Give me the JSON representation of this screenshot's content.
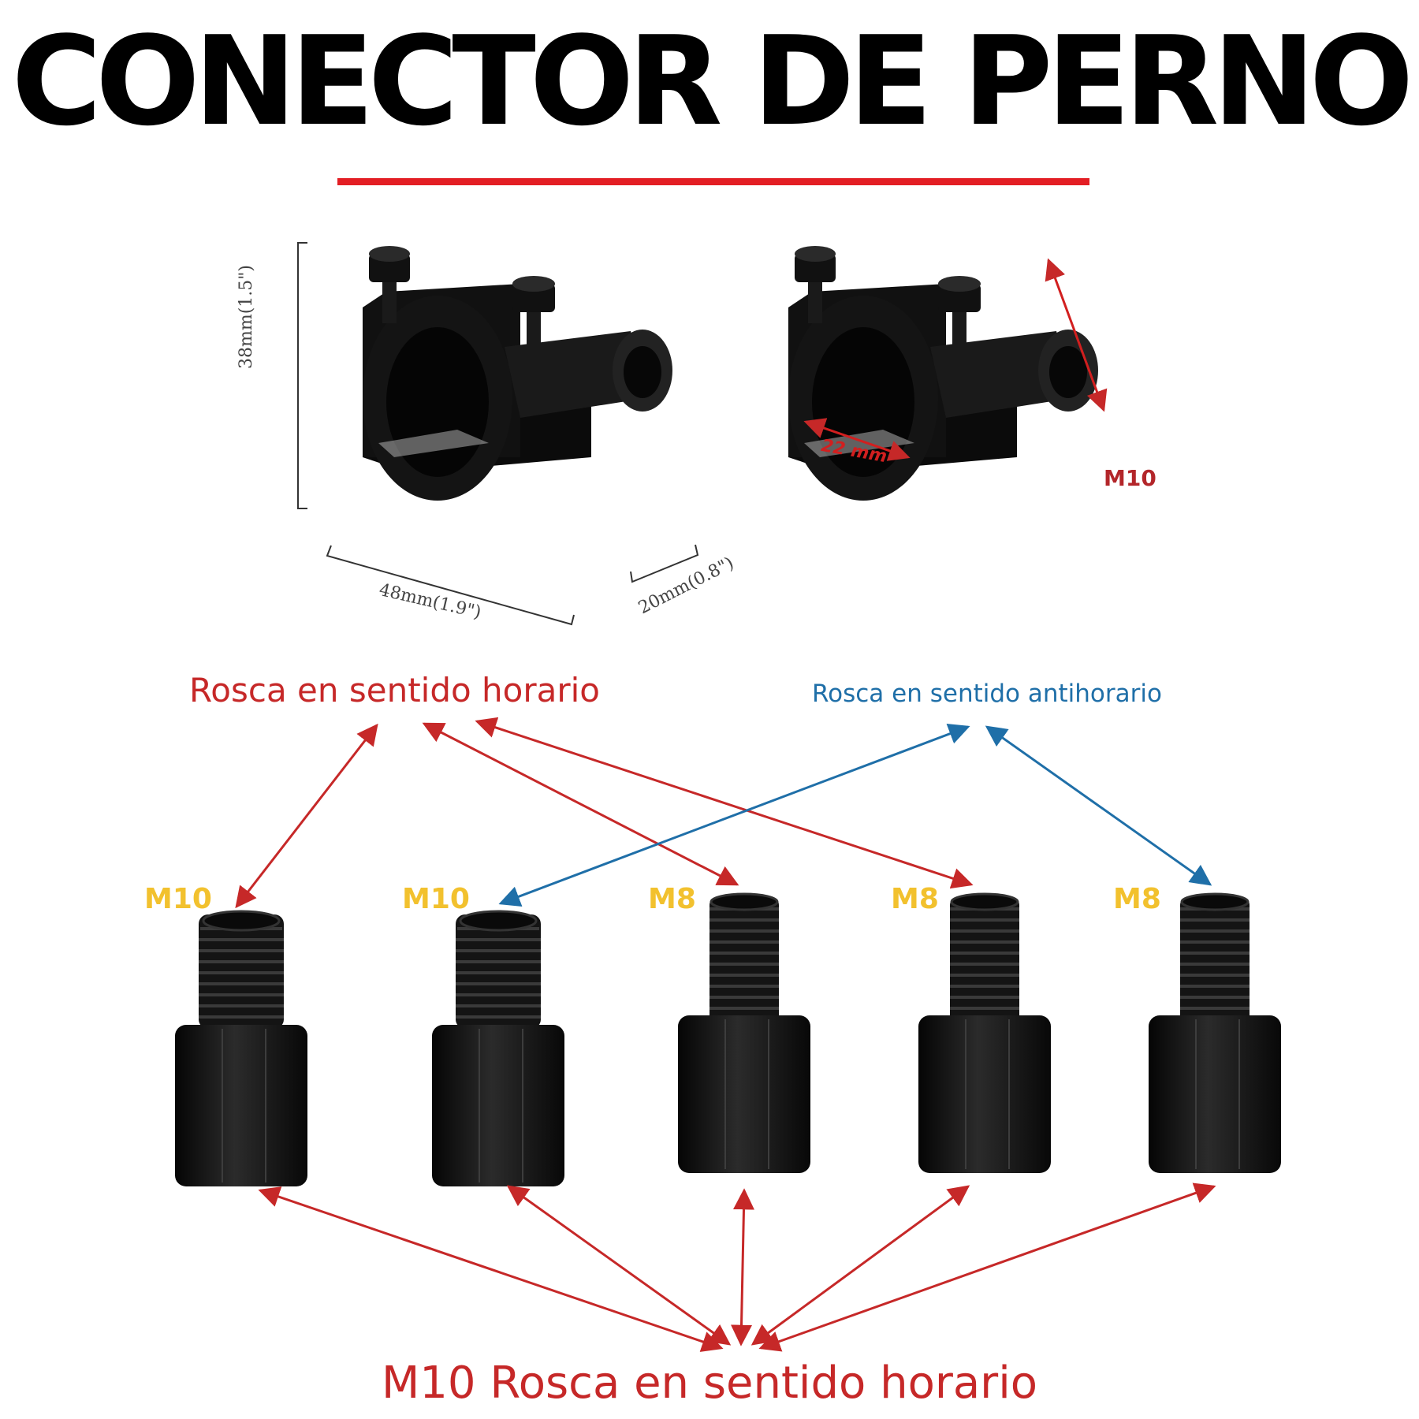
{
  "header": {
    "title": "CONECTOR DE PERNO",
    "underline_color": "#e31e24"
  },
  "bracket_dimensions": {
    "height": "38mm(1.5\")",
    "width": "48mm(1.9\")",
    "depth": "20mm(0.8\")",
    "bore": "22 mm",
    "thread": "M10"
  },
  "labels": {
    "clockwise_top": "Rosca en sentido horario",
    "counterclockwise_top": "Rosca en sentido antihorario",
    "bottom": "M10 Rosca en sentido horario"
  },
  "adapters": [
    {
      "size": "M10",
      "thread_direction": "clockwise"
    },
    {
      "size": "M10",
      "thread_direction": "counterclockwise"
    },
    {
      "size": "M8",
      "thread_direction": "clockwise"
    },
    {
      "size": "M8",
      "thread_direction": "clockwise"
    },
    {
      "size": "M8",
      "thread_direction": "counterclockwise"
    }
  ],
  "colors": {
    "clockwise_arrow": "#c62828",
    "counterclockwise_arrow": "#1f6fa8",
    "size_label": "#f2c12e",
    "part": "#0d0d0d"
  },
  "icons": [
    "handlebar-clamp-icon",
    "hex-bolt-icon",
    "thread-adapter-icon",
    "double-arrow-icon"
  ]
}
